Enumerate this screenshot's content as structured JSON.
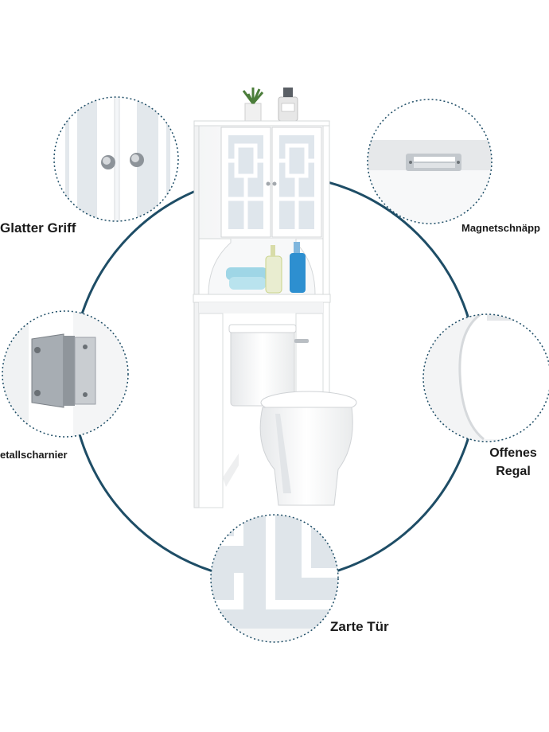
{
  "labels": {
    "griff": "Glatter Griff",
    "magnet": "Magnetschnäpp",
    "scharnier": "etallscharnier",
    "regal_line1": "Offenes",
    "regal_line2": "Regal",
    "tuer": "Zarte Tür"
  },
  "colors": {
    "ring": "#1e4d66",
    "furniture": "#ffffff",
    "furniture_shadow": "#e3e6e8",
    "glass": "#dfe6ec",
    "metal": "#9aa0a6",
    "bottle_green": "#c9d38a",
    "bottle_blue": "#2d8fd0",
    "towel": "#9fd6e6"
  },
  "icons": [
    "plant-icon",
    "soap-bottle-icon",
    "knob-icon",
    "magnet-latch-icon",
    "hinge-icon"
  ]
}
